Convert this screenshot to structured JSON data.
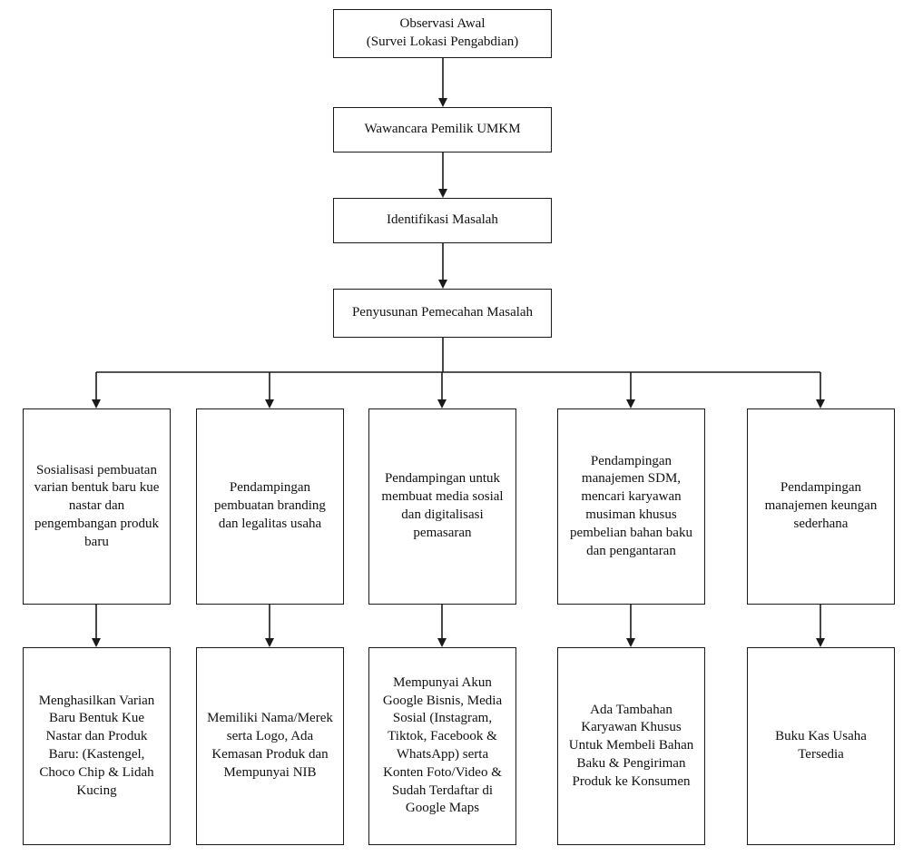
{
  "flow": {
    "step1": "Observasi Awal\n(Survei Lokasi Pengabdian)",
    "step2": "Wawancara Pemilik UMKM",
    "step3": "Identifikasi Masalah",
    "step4": "Penyusunan Pemecahan Masalah"
  },
  "programs": [
    "Sosialisasi pembuatan\nvarian bentuk baru kue\nnastar dan\npengembangan produk\nbaru",
    "Pendampingan\npembuatan branding\ndan legalitas usaha",
    "Pendampingan untuk\nmembuat media sosial\ndan digitalisasi\npemasaran",
    "Pendampingan\nmanajemen SDM,\nmencari karyawan\nmusiman khusus\npembelian bahan baku\ndan pengantaran",
    "Pendampingan\nmanajemen keungan\nsederhana"
  ],
  "outcomes": [
    "Menghasilkan Varian\nBaru Bentuk Kue\nNastar dan Produk\nBaru: (Kastengel,\nChoco Chip & Lidah\nKucing",
    "Memiliki Nama/Merek\nserta Logo, Ada\nKemasan Produk dan\nMempunyai NIB",
    "Mempunyai Akun\nGoogle Bisnis, Media\nSosial (Instagram,\nTiktok, Facebook &\nWhatsApp) serta\nKonten Foto/Video &\nSudah Terdaftar di\nGoogle Maps",
    "Ada Tambahan\nKaryawan Khusus\nUntuk Membeli Bahan\nBaku & Pengiriman\nProduk ke Konsumen",
    "Buku Kas Usaha\nTersedia"
  ]
}
